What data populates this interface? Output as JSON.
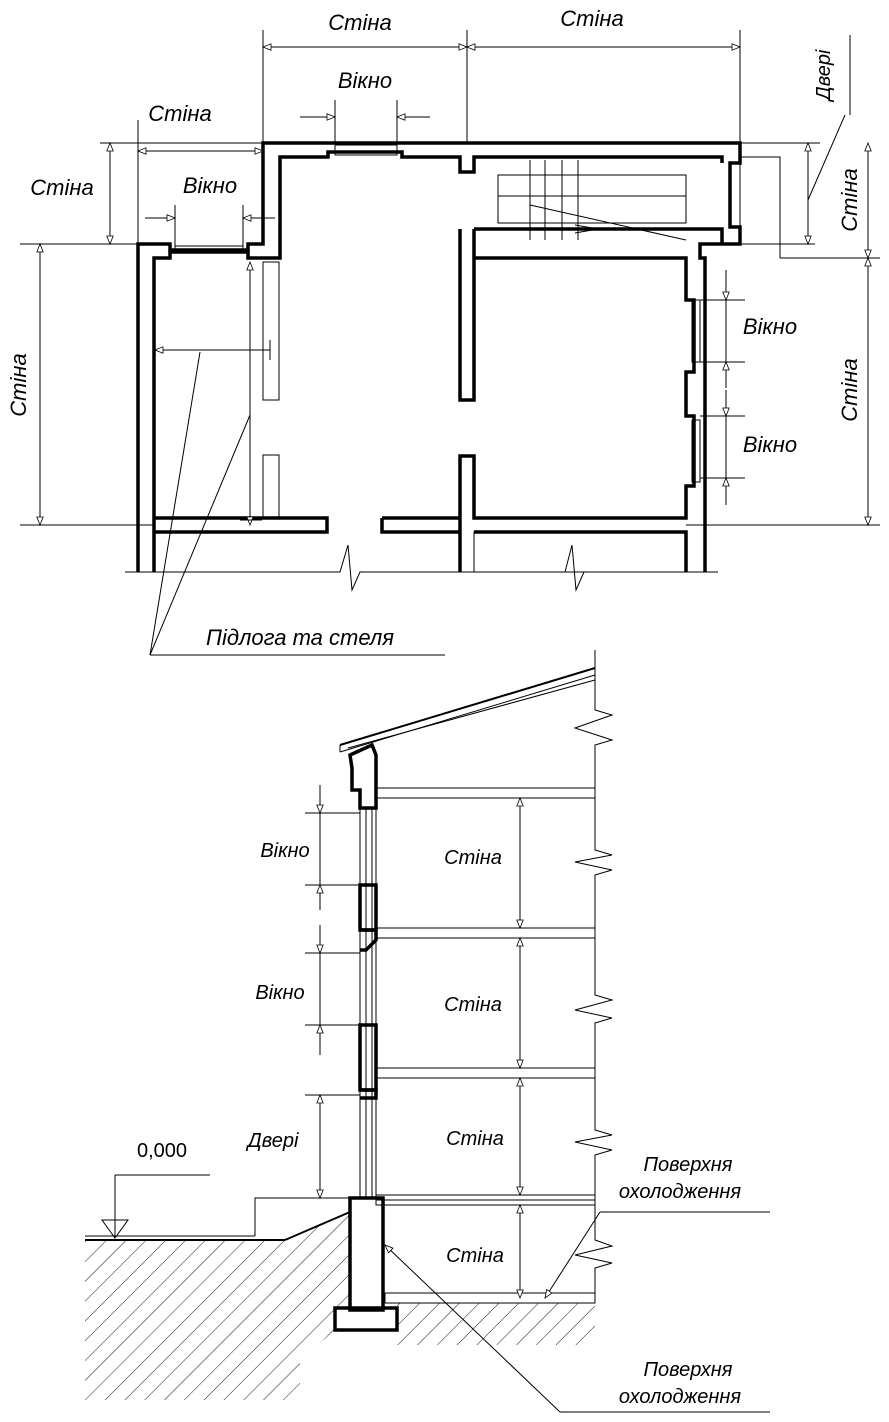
{
  "plan": {
    "dim_top_wall_left": "Стіна",
    "dim_top_wall_right": "Стіна",
    "dim_top_window": "Вікно",
    "dim_left_wall_top": "Стіна",
    "dim_left_wall_side": "Стіна",
    "dim_left_window": "Вікно",
    "dim_left_wall_long": "Стіна",
    "dim_right_door": "Двері",
    "dim_right_wall_short": "Стіна",
    "dim_right_window_1": "Вікно",
    "dim_right_window_2": "Вікно",
    "dim_right_wall_long": "Стіна",
    "floor_ceiling_label": "Підлога та стеля"
  },
  "section": {
    "window_1": "Вікно",
    "window_2": "Вікно",
    "door": "Двері",
    "wall_1": "Стіна",
    "wall_2": "Стіна",
    "wall_3": "Стіна",
    "wall_basement": "Стіна",
    "level_mark": "0,000",
    "cooling_surface_1_line1": "Поверхня",
    "cooling_surface_1_line2": "охолодження",
    "cooling_surface_2_line1": "Поверхня",
    "cooling_surface_2_line2": "охолодження"
  }
}
